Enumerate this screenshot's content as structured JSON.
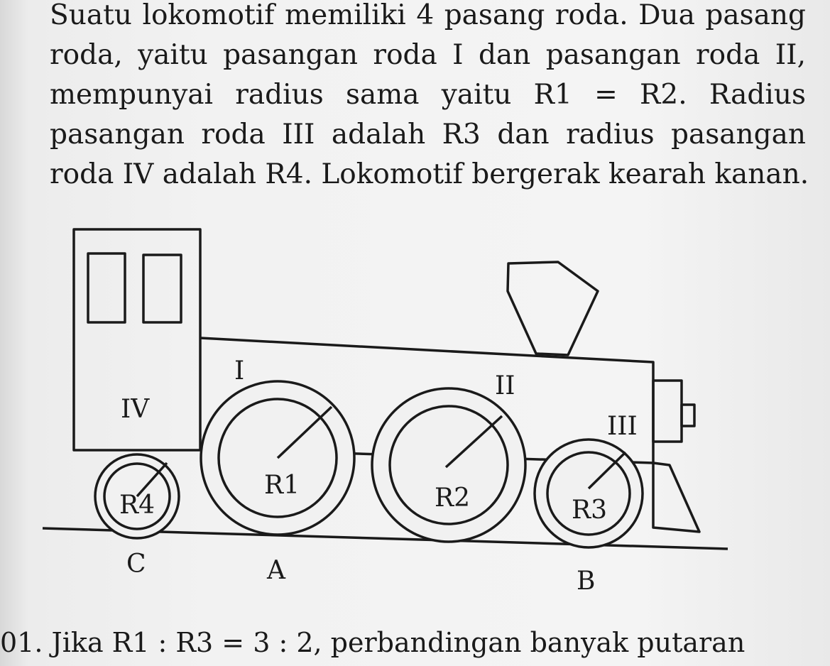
{
  "paragraph": {
    "lines": [
      "Suatu lokomotif memiliki 4 pasang roda. Dua pasang",
      "roda, yaitu pasangan roda I dan pasangan roda II,",
      "mempunyai radius sama yaitu R1 = R2. Radius",
      "pasangan roda III adalah R3 dan radius pasangan",
      "roda IV adalah R4. Lokomotif bergerak kearah kanan."
    ]
  },
  "figure": {
    "wheel_labels": {
      "I": "I",
      "II": "II",
      "III": "III",
      "IV": "IV"
    },
    "radius_labels": {
      "R1": "R1",
      "R2": "R2",
      "R3": "R3",
      "R4": "R4"
    },
    "point_labels": {
      "A": "A",
      "B": "B",
      "C": "C"
    }
  },
  "question": {
    "number": "01.",
    "text": "Jika R1 : R3 = 3 : 2, perbandingan banyak putaran"
  }
}
